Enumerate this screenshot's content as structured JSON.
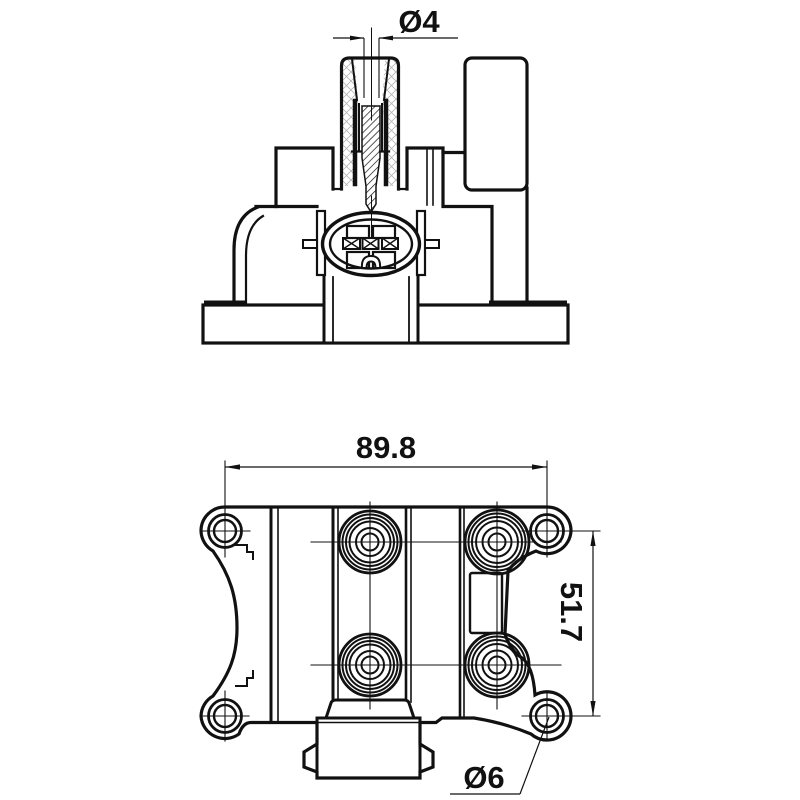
{
  "colors": {
    "background": "#ffffff",
    "line": "#111111",
    "hatch_light": "#b5b5b5"
  },
  "dimensions": {
    "terminal_bore": "Ø4",
    "width": "89.8",
    "height": "51.7",
    "mounting_hole": "Ø6"
  }
}
